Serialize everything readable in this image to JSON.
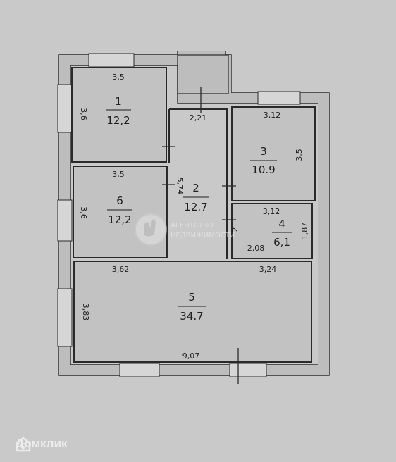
{
  "rooms": [
    {
      "id": "room-1",
      "number": "1",
      "area": "12,2"
    },
    {
      "id": "room-6",
      "number": "6",
      "area": "12,2"
    },
    {
      "id": "room-2",
      "number": "2",
      "area": "12.7"
    },
    {
      "id": "room-3",
      "number": "3",
      "area": "10.9"
    },
    {
      "id": "room-4",
      "number": "4",
      "area": "6,1"
    },
    {
      "id": "room-5",
      "number": "5",
      "area": "34.7"
    }
  ],
  "dimensions": {
    "room1_top": "3,5",
    "room1_left": "3,6",
    "room6_top": "3,5",
    "room6_left": "3,6",
    "corridor_top": "2,21",
    "corridor_length": "5,74",
    "room3_top": "3,12",
    "room3_right": "3,5",
    "room4_top": "3,12",
    "room4_bottom": "2,08",
    "room4_right": "1,87",
    "room4_left": "2",
    "room5_top_left": "3,62",
    "room5_top_right": "3,24",
    "room5_left": "3,83",
    "room5_bottom": "9,07"
  },
  "watermark": {
    "line1": "АГЕНТСТВО",
    "line2": "НЕДВИЖИМОСТИ"
  },
  "brand": {
    "name": "Домклик"
  }
}
